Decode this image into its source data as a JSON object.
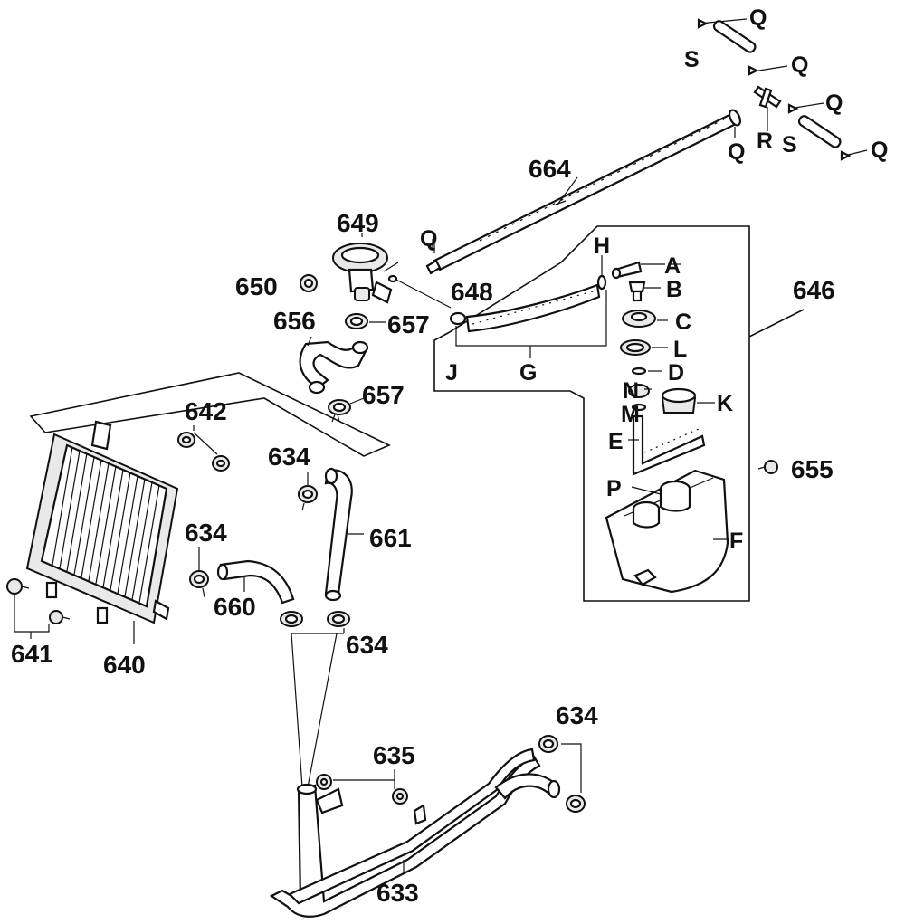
{
  "diagram": {
    "labels": {
      "p664": "664",
      "p649": "649",
      "p650": "650",
      "p648": "648",
      "p656": "656",
      "p657a": "657",
      "p657b": "657",
      "p646": "646",
      "p642": "642",
      "p634a": "634",
      "p634b": "634",
      "p634c": "634",
      "p634d": "634",
      "p661": "661",
      "p660": "660",
      "p641": "641",
      "p640": "640",
      "p655": "655",
      "p635": "635",
      "p633": "633",
      "Q1": "Q",
      "Q2": "Q",
      "Q3": "Q",
      "Q4": "Q",
      "Q5": "Q",
      "Q6": "Q",
      "S1": "S",
      "S2": "S",
      "R": "R",
      "H": "H",
      "A": "A",
      "B": "B",
      "C": "C",
      "L": "L",
      "D": "D",
      "N": "N",
      "M": "M",
      "K": "K",
      "E": "E",
      "P": "P",
      "F": "F",
      "J": "J",
      "G": "G"
    }
  }
}
